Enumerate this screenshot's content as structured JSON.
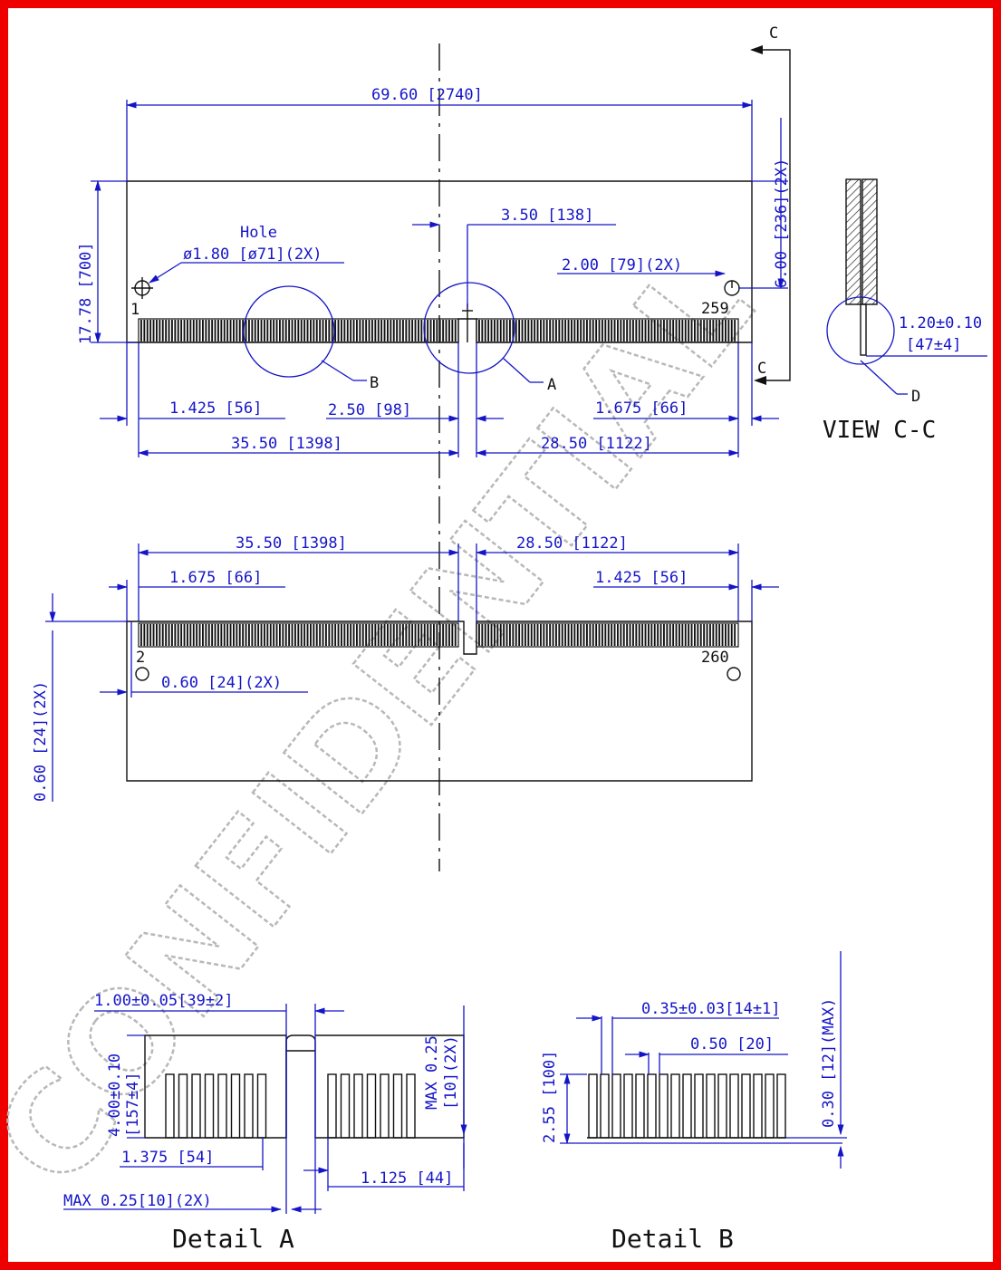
{
  "drawing": {
    "watermark": "CONFIDENTIAL",
    "view_section": "VIEW C-C",
    "detail_a_title": "Detail A",
    "detail_b_title": "Detail B",
    "section_letter": "C",
    "callouts": {
      "a": "A",
      "b": "B",
      "d": "D",
      "hole": "Hole"
    },
    "pins": {
      "p1": "1",
      "p259": "259",
      "p2": "2",
      "p260": "260"
    }
  },
  "top_view": {
    "overall_width": "69.60 [2740]",
    "height": "17.78 [700]",
    "hole_dia": "ø1.80 [ø71](2X)",
    "notch_offset": "3.50 [138]",
    "slot_dim": "2.00 [79](2X)",
    "right_height": "6.00 [236](2X)",
    "left_margin": "1.425 [56]",
    "notch_width": "2.50 [98]",
    "right_margin": "1.675 [66]",
    "left_span": "35.50 [1398]",
    "right_span": "28.50 [1122]",
    "pcb_thickness": "1.20±0.10",
    "pcb_thickness_mils": "[47±4]"
  },
  "bottom_view": {
    "left_span": "35.50 [1398]",
    "right_span": "28.50 [1122]",
    "left_margin": "1.675 [66]",
    "right_margin": "1.425 [56]",
    "edge_offset": "0.60 [24](2X)",
    "side_offset": "0.60 [24](2X)"
  },
  "detail_a": {
    "width": "1.00±0.05[39±2]",
    "height": "4.00±0.10",
    "height_mils": "[157±4]",
    "left_pitch": "1.375 [54]",
    "right_pitch": "1.125 [44]",
    "max_bottom": "MAX 0.25[10](2X)",
    "max_right": "MAX 0.25",
    "max_right_mils": "[10](2X)"
  },
  "detail_b": {
    "pad_width": "0.35±0.03[14±1]",
    "pitch": "0.50 [20]",
    "pad_height": "2.55 [100]",
    "max_height": "0.30 [12](MAX)"
  }
}
